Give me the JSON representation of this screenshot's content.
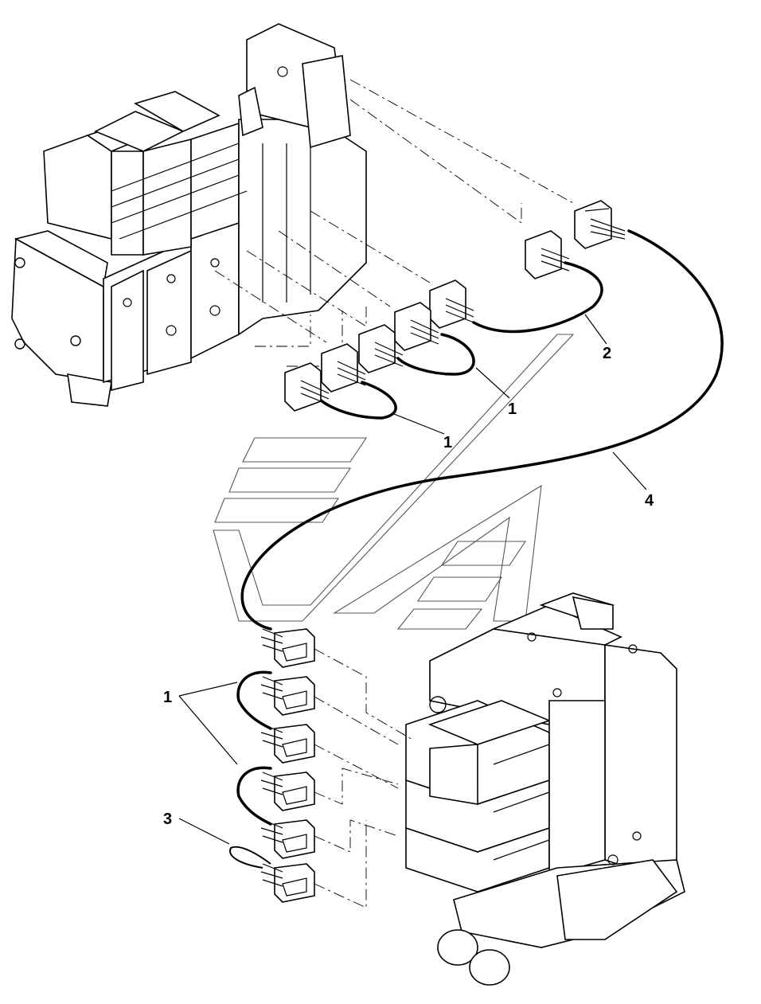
{
  "callouts": {
    "c1": "1",
    "c2": "1",
    "c3": "1",
    "c4": "2",
    "c5": "3",
    "c6": "4"
  },
  "colors": {
    "line": "#000000",
    "background": "#ffffff",
    "watermark": "#555555"
  }
}
